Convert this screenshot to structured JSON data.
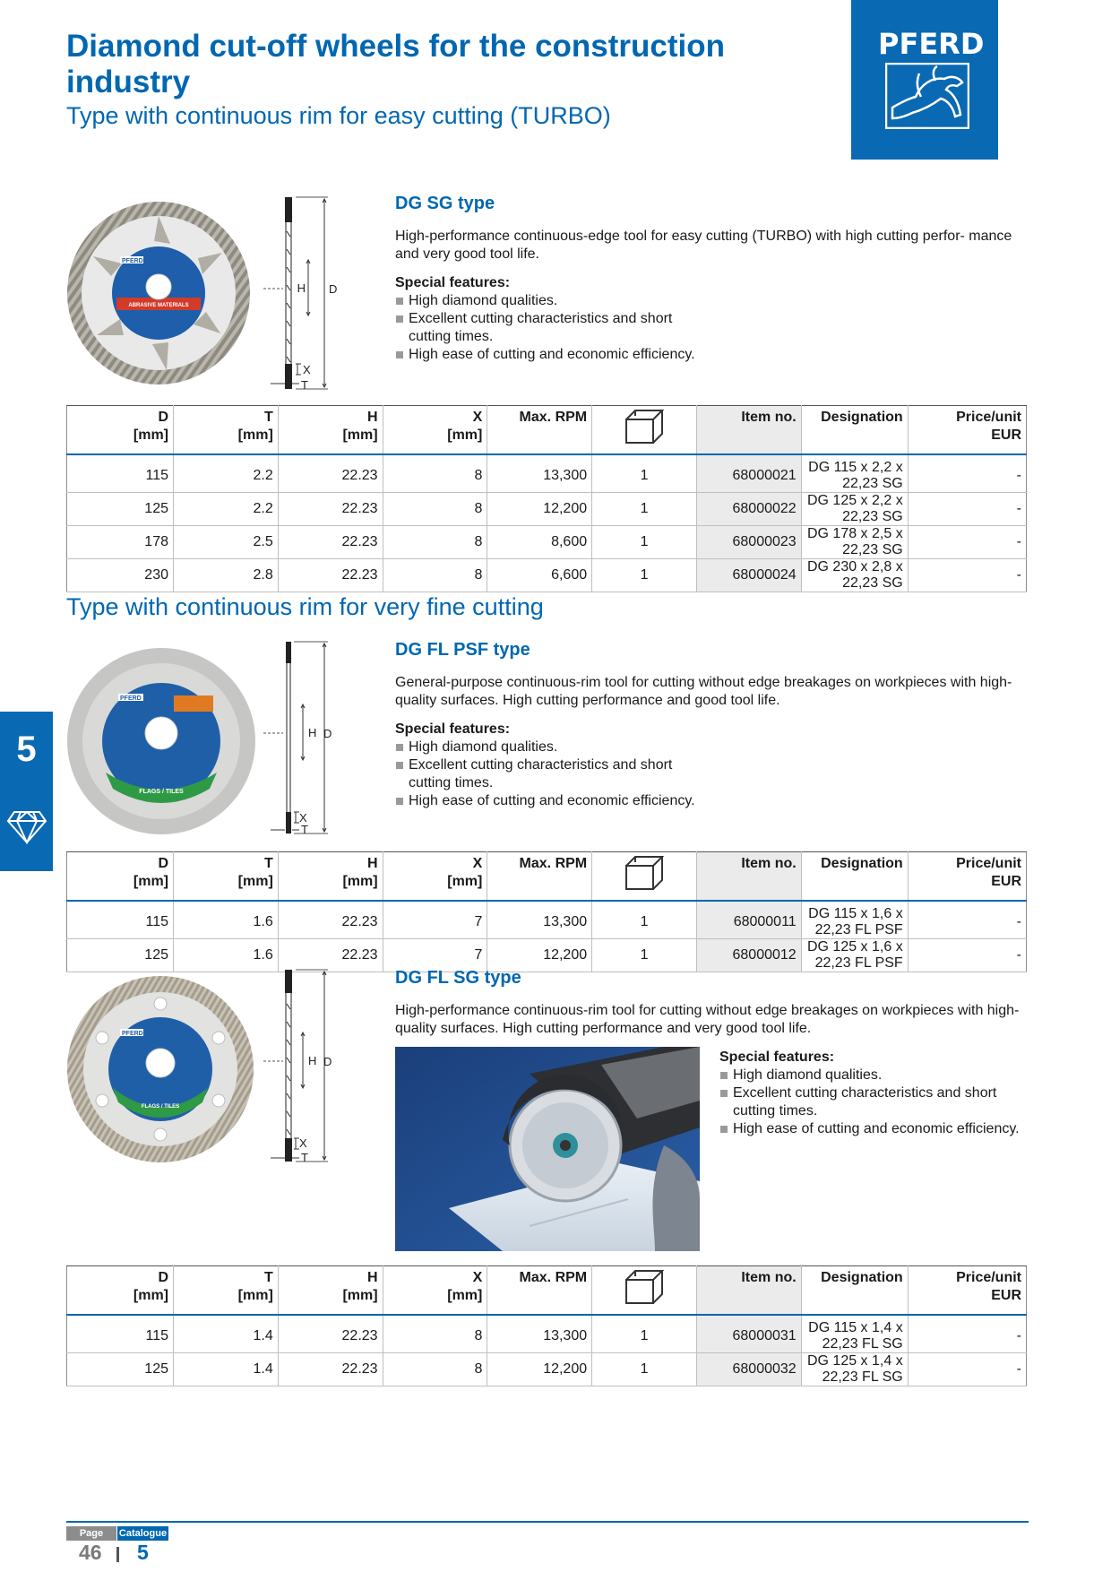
{
  "header": {
    "title": "Diamond cut-off wheels for the construction industry",
    "subtitle": "Type with continuous rim for easy cutting (TURBO)",
    "logo": "PFERD"
  },
  "section2_title": "Type with continuous rim for very fine cutting",
  "side_tab": {
    "number": "5",
    "icon": "diamond-icon"
  },
  "dim_labels": {
    "H": "H",
    "D": "D",
    "X": "X",
    "T": "T"
  },
  "wheel_labels": {
    "brand": "PFERD",
    "sg_band": "ABRASIVE MATERIALS",
    "psf_band": "FLAGS / TILES",
    "flsg_band": "FLAGS / TILES"
  },
  "table_headers": {
    "d": "D",
    "d_unit": "[mm]",
    "t": "T",
    "t_unit": "[mm]",
    "h": "H",
    "h_unit": "[mm]",
    "x": "X",
    "x_unit": "[mm]",
    "rpm": "Max. RPM",
    "pack_icon": "package-box-icon",
    "item": "Item no.",
    "designation": "Designation",
    "price": "Price/unit",
    "price_unit": "EUR"
  },
  "products": [
    {
      "heading": "DG SG type",
      "description": "High-performance continuous-edge tool for easy cutting (TURBO) with high cutting perfor- mance and very good tool life.",
      "features_title": "Special features:",
      "features": [
        "High diamond qualities.",
        "Excellent cutting characteristics and short cutting times.",
        "High ease of cutting and economic efficiency."
      ],
      "rows": [
        {
          "d": "115",
          "t": "2.2",
          "h": "22.23",
          "x": "8",
          "rpm": "13,300",
          "pack": "1",
          "item": "68000021",
          "designation": "DG 115 x 2,2 x 22,23 SG",
          "price": "-"
        },
        {
          "d": "125",
          "t": "2.2",
          "h": "22.23",
          "x": "8",
          "rpm": "12,200",
          "pack": "1",
          "item": "68000022",
          "designation": "DG 125 x 2,2 x 22,23 SG",
          "price": "-"
        },
        {
          "d": "178",
          "t": "2.5",
          "h": "22.23",
          "x": "8",
          "rpm": "8,600",
          "pack": "1",
          "item": "68000023",
          "designation": "DG 178 x 2,5 x 22,23 SG",
          "price": "-"
        },
        {
          "d": "230",
          "t": "2.8",
          "h": "22.23",
          "x": "8",
          "rpm": "6,600",
          "pack": "1",
          "item": "68000024",
          "designation": "DG 230 x 2,8 x 22,23 SG",
          "price": "-"
        }
      ]
    },
    {
      "heading": "DG FL PSF type",
      "description": "General-purpose continuous-rim tool for cutting without edge breakages on workpieces with high-quality surfaces. High cutting performance and good tool life.",
      "features_title": "Special features:",
      "features": [
        "High diamond qualities.",
        "Excellent cutting characteristics and short cutting times.",
        "High ease of cutting and economic efficiency."
      ],
      "rows": [
        {
          "d": "115",
          "t": "1.6",
          "h": "22.23",
          "x": "7",
          "rpm": "13,300",
          "pack": "1",
          "item": "68000011",
          "designation": "DG 115 x 1,6 x 22,23 FL PSF",
          "price": "-"
        },
        {
          "d": "125",
          "t": "1.6",
          "h": "22.23",
          "x": "7",
          "rpm": "12,200",
          "pack": "1",
          "item": "68000012",
          "designation": "DG 125 x 1,6 x 22,23 FL PSF",
          "price": "-"
        }
      ]
    },
    {
      "heading": "DG FL SG type",
      "description": "High-performance continuous-rim tool for cutting without edge breakages on workpieces with high-quality surfaces. High cutting performance and very good tool life.",
      "features_title": "Special features:",
      "features": [
        "High diamond qualities.",
        "Excellent cutting characteristics and short cutting times.",
        "High ease of cutting and economic efficiency."
      ],
      "rows": [
        {
          "d": "115",
          "t": "1.4",
          "h": "22.23",
          "x": "8",
          "rpm": "13,300",
          "pack": "1",
          "item": "68000031",
          "designation": "DG 115 x 1,4 x 22,23 FL SG",
          "price": "-"
        },
        {
          "d": "125",
          "t": "1.4",
          "h": "22.23",
          "x": "8",
          "rpm": "12,200",
          "pack": "1",
          "item": "68000032",
          "designation": "DG 125 x 1,4 x 22,23 FL SG",
          "price": "-"
        }
      ]
    }
  ],
  "footer": {
    "page_label": "Page",
    "catalogue_label": "Catalogue",
    "page": "46",
    "catalogue": "5"
  },
  "colors": {
    "brand_blue": "#0067b1",
    "tab_blue": "#0a69b3",
    "item_bg": "#ebebeb"
  }
}
